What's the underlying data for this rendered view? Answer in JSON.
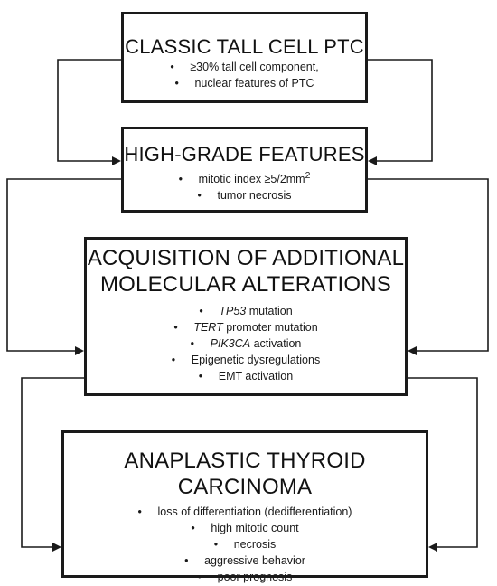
{
  "boxes": {
    "classic": {
      "title": "CLASSIC TALL CELL PTC",
      "bullet_char": "•",
      "items": [
        {
          "text": "≥30% tall cell component,"
        },
        {
          "text": "nuclear features of PTC"
        }
      ]
    },
    "high_grade": {
      "title": "HIGH-GRADE FEATURES",
      "bullet_char": "•",
      "items": [
        {
          "text": "mitotic index ≥5/2mm",
          "sup": "2"
        },
        {
          "text": "tumor necrosis"
        }
      ]
    },
    "molecular": {
      "title_line1": "ACQUISITION OF ADDITIONAL",
      "title_line2": "MOLECULAR ALTERATIONS",
      "bullet_char": "•",
      "items": [
        {
          "italic": "TP53",
          "text": " mutation"
        },
        {
          "italic": "TERT",
          "text": " promoter mutation"
        },
        {
          "italic": "PIK3CA",
          "text": " activation"
        },
        {
          "text": "Epigenetic dysregulations"
        },
        {
          "text": "EMT activation"
        }
      ]
    },
    "anaplastic": {
      "title": "ANAPLASTIC THYROID CARCINOMA",
      "bullet_char": "•",
      "items": [
        {
          "text": "loss of differentiation (dedifferentiation)"
        },
        {
          "text": "high mitotic count"
        },
        {
          "text": "necrosis"
        },
        {
          "text": "aggressive behavior"
        },
        {
          "text": "poor prognosis"
        }
      ]
    }
  },
  "colors": {
    "stroke": "#1a1a1a",
    "background": "#ffffff",
    "text": "#111111"
  }
}
